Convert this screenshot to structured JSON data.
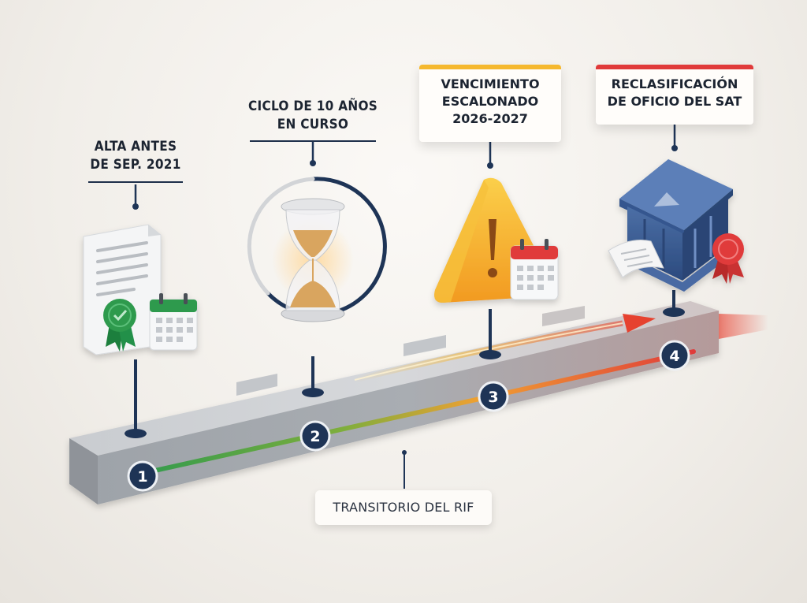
{
  "colors": {
    "navy": "#1e3456",
    "green": "#2e9a4e",
    "yellow": "#f5b82e",
    "orange": "#f19a2b",
    "red": "#e03a3a",
    "track": "#b5b8bd"
  },
  "milestones": [
    {
      "number": "1",
      "lines": [
        "ALTA ANTES",
        "DE SEP. 2021"
      ],
      "icon": "document-certificate-calendar-icon",
      "accent": "#2e9a4e"
    },
    {
      "number": "2",
      "lines": [
        "CICLO DE 10 AÑOS",
        "EN CURSO"
      ],
      "icon": "hourglass-icon",
      "accent": "#1e3456"
    },
    {
      "number": "3",
      "lines": [
        "VENCIMIENTO",
        "ESCALONADO",
        "2026-2027"
      ],
      "icon": "warning-triangle-calendar-icon",
      "accent": "#f5b82e"
    },
    {
      "number": "4",
      "lines": [
        "RECLASIFICACIÓN",
        "DE OFICIO DEL SAT"
      ],
      "icon": "government-building-seal-icon",
      "accent": "#e03a3a"
    }
  ],
  "footer_label": "TRANSITORIO DEL RIF"
}
